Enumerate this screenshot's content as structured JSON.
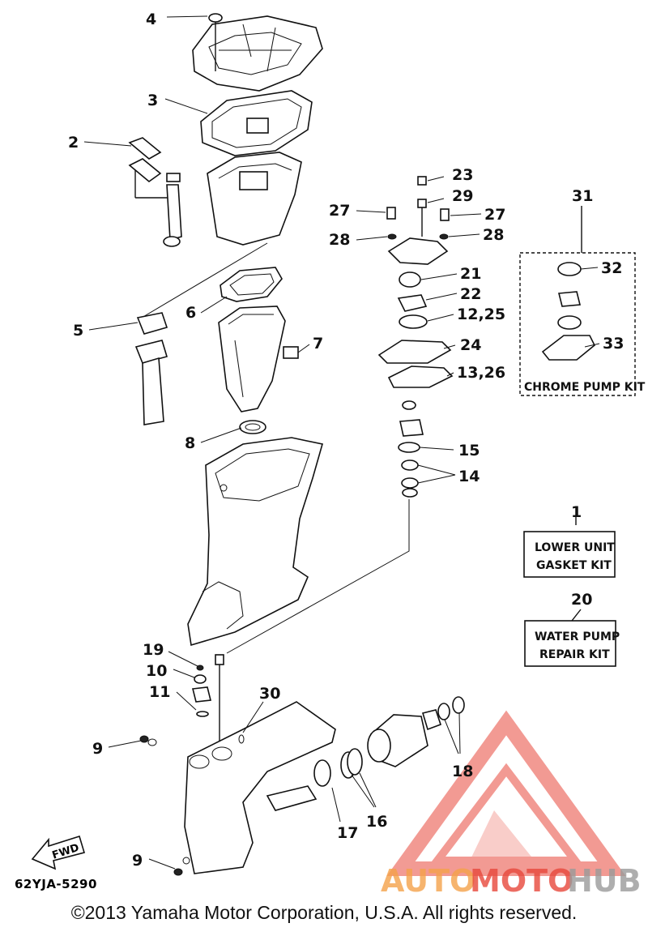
{
  "diagram": {
    "part_number": "62YJA-5290",
    "copyright": "©2013 Yamaha Motor Corporation, U.S.A. All rights reserved.",
    "fwd_label": "FWD",
    "callouts": {
      "c1": "1",
      "c2": "2",
      "c3": "3",
      "c4": "4",
      "c5": "5",
      "c6": "6",
      "c7": "7",
      "c8": "8",
      "c9a": "9",
      "c9b": "9",
      "c10": "10",
      "c11": "11",
      "c12_25": "12,25",
      "c13_26": "13,26",
      "c14": "14",
      "c15": "15",
      "c16": "16",
      "c17": "17",
      "c18": "18",
      "c19": "19",
      "c20": "20",
      "c21": "21",
      "c22": "22",
      "c23": "23",
      "c24": "24",
      "c27a": "27",
      "c27b": "27",
      "c28a": "28",
      "c28b": "28",
      "c29": "29",
      "c30": "30",
      "c31": "31",
      "c32": "32",
      "c33": "33"
    },
    "kits": {
      "chrome_pump_kit": "CHROME PUMP KIT",
      "lower_unit_line1": "LOWER UNIT",
      "lower_unit_line2": "GASKET KIT",
      "water_pump_line1": "WATER PUMP",
      "water_pump_line2": "REPAIR KIT"
    }
  },
  "watermark": {
    "text_part1": "AUTO",
    "text_part2": "MOTO",
    "text_part3": "HUB",
    "color_orange": "#f5a24a",
    "color_red": "#e8483c",
    "color_grey": "#9a9a9a"
  }
}
